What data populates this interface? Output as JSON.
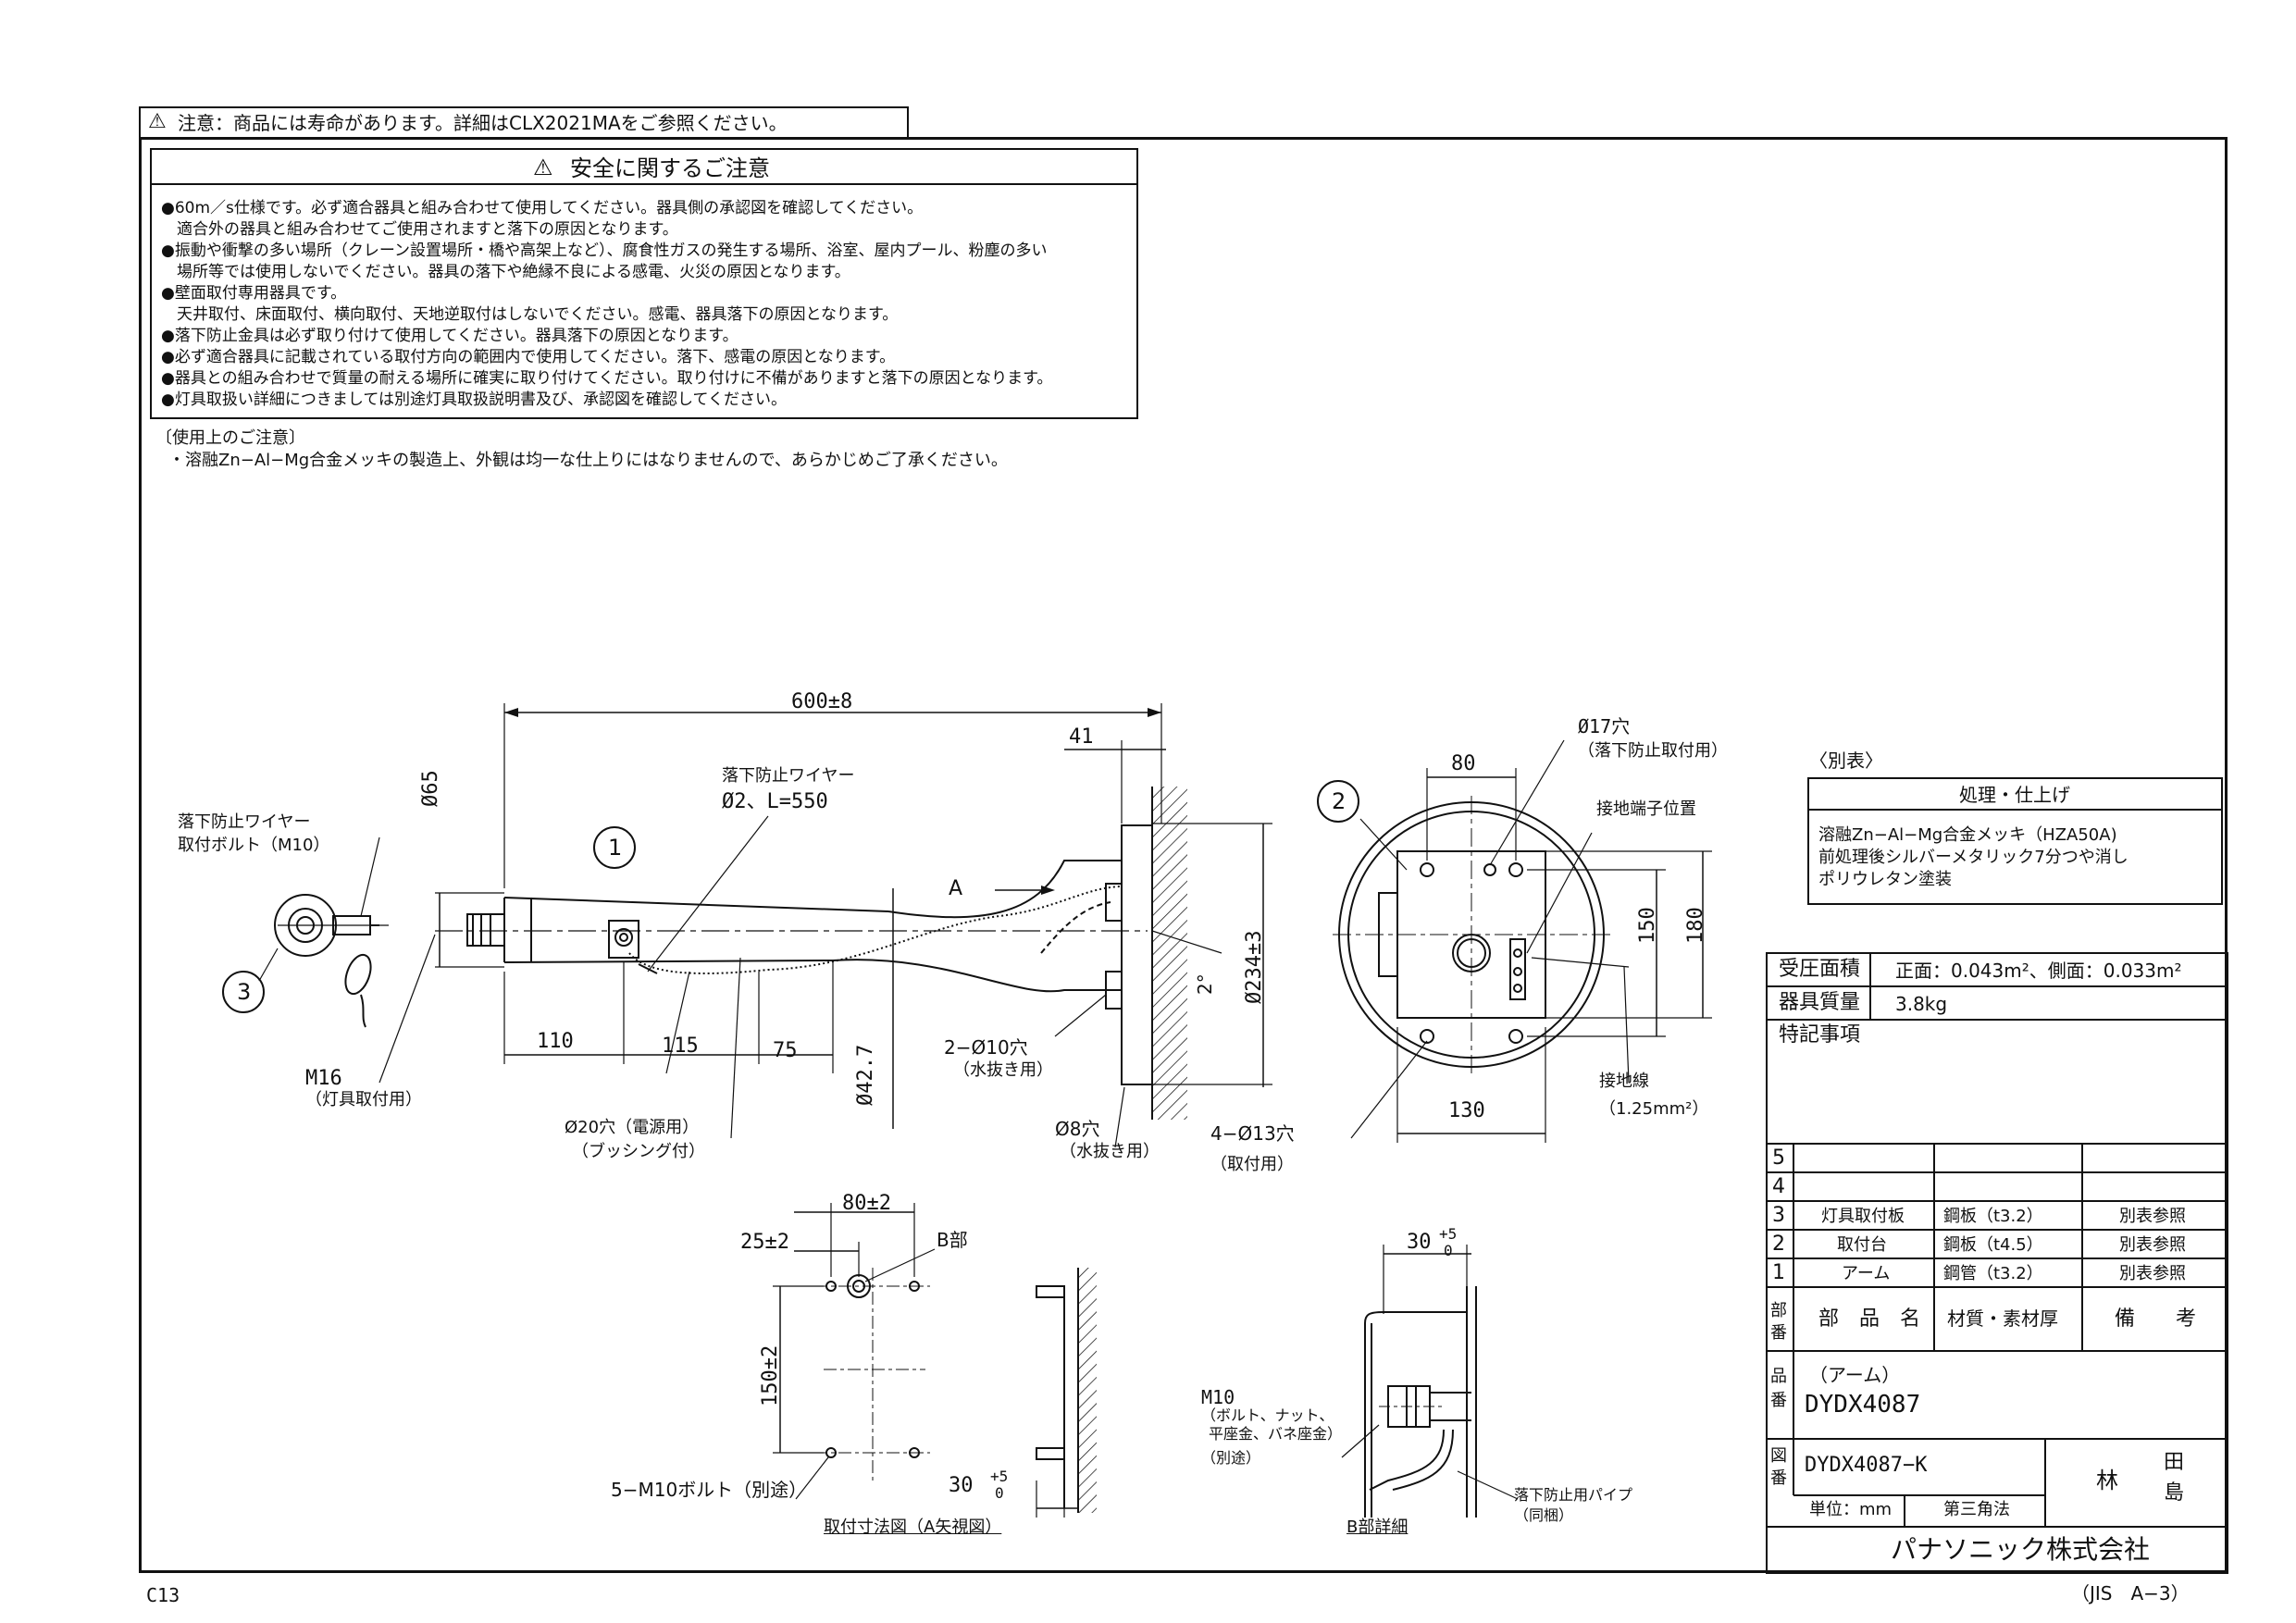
{
  "top_note": "注意：商品には寿命があります。詳細はCLX2021MAをご参照ください。",
  "safety": {
    "title": "安全に関するご注意",
    "lines": [
      "●60m／s仕様です。必ず適合器具と組み合わせて使用してください。器具側の承認図を確認してください。",
      "　適合外の器具と組み合わせてご使用されますと落下の原因となります。",
      "●振動や衝撃の多い場所（クレーン設置場所・橋や高架上など）、腐食性ガスの発生する場所、浴室、屋内プール、粉塵の多い",
      "　場所等では使用しないでください。器具の落下や絶縁不良による感電、火災の原因となります。",
      "●壁面取付専用器具です。",
      "　天井取付、床面取付、横向取付、天地逆取付はしないでください。感電、器具落下の原因となります。",
      "●落下防止金具は必ず取り付けて使用してください。器具落下の原因となります。",
      "●必ず適合器具に記載されている取付方向の範囲内で使用してください。落下、感電の原因となります。",
      "●器具との組み合わせで質量の耐える場所に確実に取り付けてください。取り付けに不備がありますと落下の原因となります。",
      "●灯具取扱い詳細につきましては別途灯具取扱説明書及び、承認図を確認してください。"
    ]
  },
  "usage": {
    "title": "〔使用上のご注意〕",
    "line": "・溶融Zn−Al−Mg合金メッキの製造上、外観は均一な仕上りにはなりませんので、あらかじめご了承ください。"
  },
  "drawing": {
    "dim_600": "600±8",
    "dim_41": "41",
    "dim_phi65": "Ø65",
    "wire_label_1": "落下防止ワイヤー",
    "wire_label_2": "Ø2、L=550",
    "arrow_A": "A",
    "left_wire_1": "落下防止ワイヤー",
    "left_wire_2": "取付ボルト（M10）",
    "callout_1": "1",
    "callout_2": "2",
    "callout_3": "3",
    "m16": "M16",
    "m16_sub": "（灯具取付用）",
    "dim_110": "110",
    "dim_115": "115",
    "dim_75": "75",
    "dim_phi42": "Ø42.7",
    "hole20": "Ø20穴（電源用）",
    "hole20_sub": "（ブッシング付）",
    "hole10": "2−Ø10穴",
    "hole10_sub": "（水抜き用）",
    "hole8": "Ø8穴",
    "hole8_sub": "（水抜き用）",
    "angle": "2°",
    "dim_234": "Ø234±3",
    "dim_80": "80",
    "hole17": "Ø17穴",
    "hole17_sub": "（落下防止取付用）",
    "ground_pos": "接地端子位置",
    "dim_150": "150",
    "dim_180": "180",
    "dim_130": "130",
    "hole13": "4−Ø13穴",
    "hole13_sub": "（取付用）",
    "ground_wire": "接地線",
    "ground_wire_sub": "（1.25mm²）",
    "dim_80_2": "80±2",
    "dim_25_2": "25±2",
    "b_part": "B部",
    "dim_150_2": "150±2",
    "bolts": "5−M10ボルト（別途）",
    "dim_30_a": "30",
    "dim_30_b": "30",
    "sup": "+5",
    "sub": "0",
    "view_a": "取付寸法図（A矢視図）",
    "m10": "M10",
    "m10_sub1": "（ボルト、ナット、",
    "m10_sub2": "平座金、バネ座金）",
    "m10_sub3": "（別途）",
    "pipe": "落下防止用パイプ",
    "pipe_sub": "（同梱）",
    "b_detail": "B部詳細"
  },
  "finish": {
    "caption": "〈別表〉",
    "header": "処理・仕上げ",
    "lines": [
      "溶融Zn−Al−Mg合金メッキ（HZA50A)",
      "前処理後シルバーメタリック7分つや消し",
      "ポリウレタン塗装"
    ]
  },
  "title_block": {
    "pressure_label": "受圧面積",
    "pressure_value": "正面：0.043m²、側面：0.033m²",
    "mass_label": "器具質量",
    "mass_value": "3.8kg",
    "notes_label": "特記事項",
    "rows": [
      {
        "no": "5",
        "name": "",
        "mat": "",
        "note": ""
      },
      {
        "no": "4",
        "name": "",
        "mat": "",
        "note": ""
      },
      {
        "no": "3",
        "name": "灯具取付板",
        "mat": "鋼板（t3.2）",
        "note": "別表参照"
      },
      {
        "no": "2",
        "name": "取付台",
        "mat": "鋼板（t4.5）",
        "note": "別表参照"
      },
      {
        "no": "1",
        "name": "アーム",
        "mat": "鋼管（t3.2）",
        "note": "別表参照"
      }
    ],
    "hdr_no": "部番",
    "hdr_name": "部　品　名",
    "hdr_mat": "材質・素材厚",
    "hdr_note": "備　　考",
    "part_no_label": "品番",
    "part_name": "（アーム）",
    "part_no": "DYDX4087",
    "drawing_no_label": "図番",
    "drawing_no": "DYDX4087−K",
    "sig_1": "林",
    "sig_2": "田",
    "sig_3": "島",
    "unit": "単位：mm",
    "angle": "第三角法",
    "company": "パナソニック株式会社"
  },
  "footer": {
    "left": "C13",
    "right": "（JIS　A−3）"
  }
}
